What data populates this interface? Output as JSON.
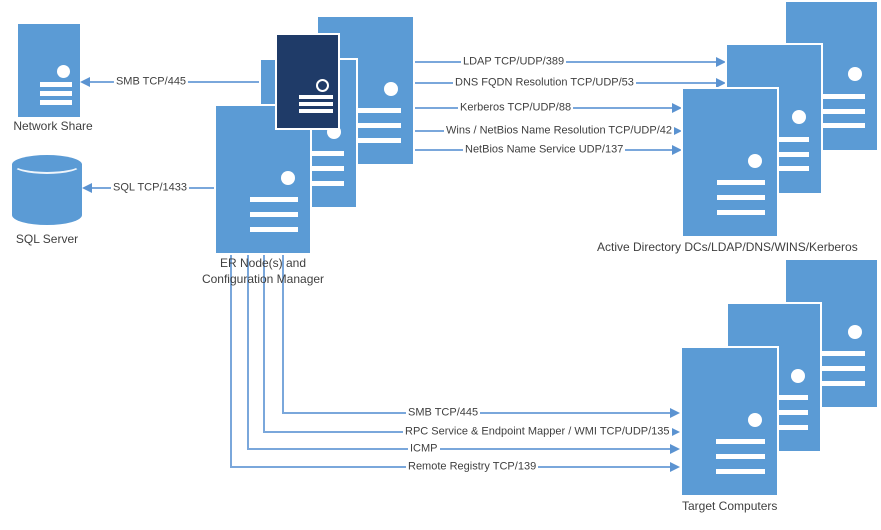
{
  "diagram": {
    "title_implicit": "Configuration Manager network ports diagram",
    "colors": {
      "server_blue": "#5B9BD5",
      "server_navy": "#1F3B68",
      "line_blue": "#7AA7DB",
      "arrowhead_blue": "#5B93D1",
      "label_text": "#404040",
      "background": "#FFFFFF"
    },
    "nodes": {
      "network_share": {
        "label": "Network Share"
      },
      "sql_server": {
        "label": "SQL Server"
      },
      "er_node": {
        "label_line1": "ER Node(s) and",
        "label_line2": "Configuration Manager"
      },
      "active_directory": {
        "label": "Active Directory DCs/LDAP/DNS/WINS/Kerberos"
      },
      "target_computers": {
        "label": "Target Computers"
      }
    },
    "connections": {
      "smb_share": {
        "label": "SMB TCP/445",
        "from": "er_node",
        "to": "network_share"
      },
      "sql": {
        "label": "SQL TCP/1433",
        "from": "er_node",
        "to": "sql_server"
      },
      "ldap": {
        "label": "LDAP TCP/UDP/389",
        "from": "er_node",
        "to": "active_directory"
      },
      "dns": {
        "label": "DNS FQDN Resolution TCP/UDP/53",
        "from": "er_node",
        "to": "active_directory"
      },
      "kerberos": {
        "label": "Kerberos TCP/UDP/88",
        "from": "er_node",
        "to": "active_directory"
      },
      "wins": {
        "label": "Wins / NetBios Name Resolution  TCP/UDP/42",
        "from": "er_node",
        "to": "active_directory"
      },
      "netbios": {
        "label": "NetBios Name Service  UDP/137",
        "from": "er_node",
        "to": "active_directory"
      },
      "smb_target": {
        "label": "SMB TCP/445",
        "from": "er_node",
        "to": "target_computers"
      },
      "rpc": {
        "label": "RPC Service & Endpoint Mapper / WMI TCP/UDP/135",
        "from": "er_node",
        "to": "target_computers"
      },
      "icmp": {
        "label": "ICMP",
        "from": "er_node",
        "to": "target_computers"
      },
      "remote_registry": {
        "label": "Remote Registry TCP/139",
        "from": "er_node",
        "to": "target_computers"
      }
    }
  }
}
